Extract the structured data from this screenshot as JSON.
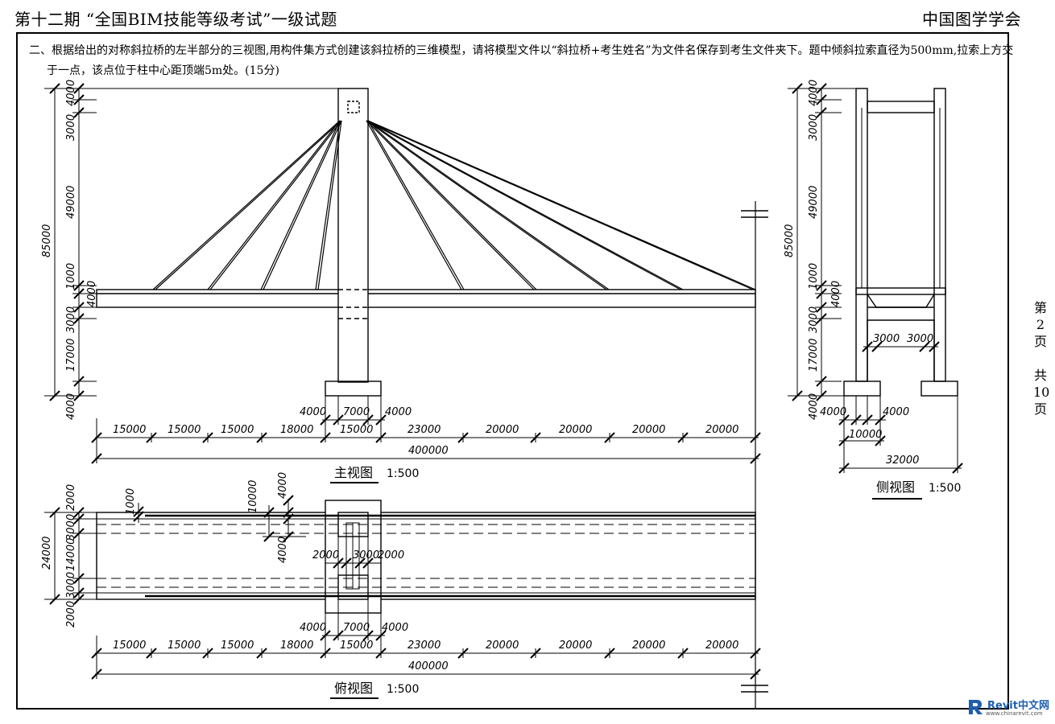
{
  "header": {
    "exam_title": "第十二期 “全国BIM技能等级考试”一级试题",
    "organization": "中国图学学会"
  },
  "question": {
    "line1": "二、根据给出的对称斜拉桥的左半部分的三视图,用构件集方式创建该斜拉桥的三维模型，请将模型文件以“斜拉桥+考生姓名”为文件名保存到考生文件夹下。题中倾斜拉索直径为500mm,拉索上方交",
    "line2": "于一点，该点位于柱中心距顶端5m处。(15分)"
  },
  "views": {
    "front": {
      "title": "主视图",
      "scale": "1:500"
    },
    "side": {
      "title": "侧视图",
      "scale": "1:500"
    },
    "top": {
      "title": "俯视图",
      "scale": "1:500"
    }
  },
  "dims": {
    "front_left_vertical": [
      "4000",
      "3000",
      "49000",
      "85000",
      "1000",
      "4000",
      "3000",
      "17000",
      "4000"
    ],
    "front_bottom_row1": [
      "4000",
      "7000",
      "4000"
    ],
    "front_bottom_row2": [
      "15000",
      "15000",
      "15000",
      "18000",
      "15000",
      "23000",
      "20000",
      "20000",
      "20000",
      "20000"
    ],
    "front_total": "400000",
    "side_left_vertical": [
      "4000",
      "3000",
      "49000",
      "85000",
      "1000",
      "4000",
      "3000",
      "17000",
      "4000"
    ],
    "side_inner": [
      "3000",
      "3000"
    ],
    "side_bottom_row1": [
      "4000",
      "4000"
    ],
    "side_bottom_row2": "10000",
    "side_total": "32000",
    "top_left_vertical": [
      "2000",
      "3000",
      "24000",
      "14000",
      "3000",
      "2000"
    ],
    "top_inner": [
      "1000",
      "10000",
      "4000",
      "4000",
      "2000",
      "3000",
      "2000"
    ],
    "top_bottom_row1": [
      "4000",
      "7000",
      "4000"
    ],
    "top_bottom_row2": [
      "15000",
      "15000",
      "15000",
      "18000",
      "15000",
      "23000",
      "20000",
      "20000",
      "20000",
      "20000"
    ],
    "top_total": "400000"
  },
  "sheet_note": {
    "chars": [
      "第",
      "2",
      "页",
      "",
      "共",
      "10",
      "页"
    ]
  },
  "watermark": {
    "brand": "Revit中文网",
    "url": "www.chinarevit.com"
  }
}
